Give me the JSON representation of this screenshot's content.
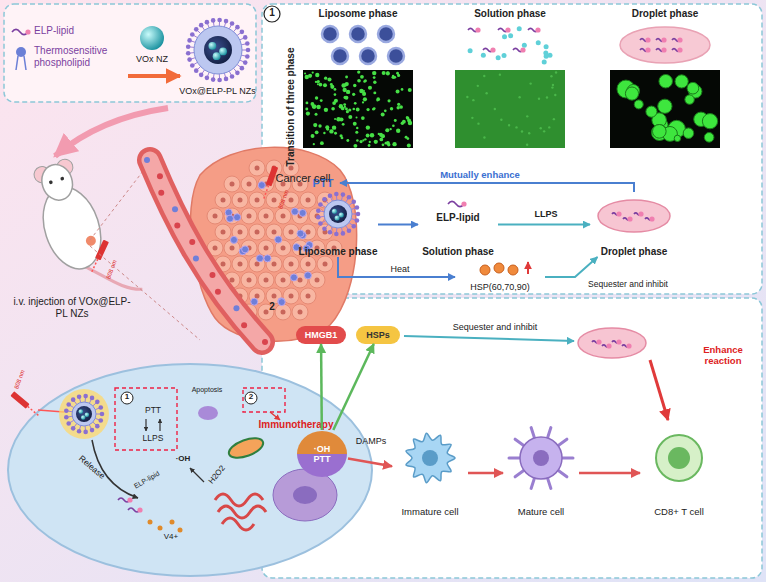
{
  "diagram": {
    "nodes": [
      {
        "text": [
          "PTT"
        ]
      },
      {
        "text": [
          "Liposome phase"
        ]
      },
      {
        "text": [
          "ELP-lipid",
          "Solution phase"
        ]
      },
      {
        "text": [
          "Droplet phase"
        ]
      },
      {
        "text": [
          "HSP(60,70,90)"
        ]
      },
      {
        "text": [
          "HMGB1"
        ]
      },
      {
        "text": [
          "HSPs"
        ]
      },
      {
        "text": [
          "·OH",
          "PTT"
        ]
      },
      {
        "text": [
          "Immature cell"
        ]
      },
      {
        "text": [
          "Mature cell"
        ]
      },
      {
        "text": [
          "CD8+ T cell"
        ]
      }
    ],
    "edges": [
      {
        "from": 1,
        "to": 2,
        "arrow": "to"
      },
      {
        "from": 2,
        "to": 3,
        "label": "LLPS",
        "arrow": "to"
      },
      {
        "from": 3,
        "to": 0,
        "label": "Mutually enhance",
        "arrow": "to"
      },
      {
        "from": 1,
        "to": 4,
        "label": "Heat",
        "arrow": "to"
      },
      {
        "from": 4,
        "to": 3,
        "label": "Sequester and inhibit",
        "arrow": "to"
      },
      {
        "from": 7,
        "to": 5,
        "arrow": "to"
      },
      {
        "from": 7,
        "to": 6,
        "arrow": "to"
      },
      {
        "from": 7,
        "to": 8,
        "label": "DAMPs",
        "arrow": "to"
      },
      {
        "from": 8,
        "to": 9,
        "arrow": "to"
      },
      {
        "from": 9,
        "to": 10,
        "arrow": "to"
      }
    ],
    "labels": [
      "ELP-lipid",
      "Thermosensitive phospholipid",
      "VOx NZ",
      "VOx@ELP-PL NZs",
      "Cancer cell",
      "808 nm",
      "i.v. injection of VOx@ELP-PL NZs",
      "808 nm",
      "1",
      "PTT",
      "LLPS",
      "Apoptosis",
      "2",
      "Immunotherapy",
      "Release",
      "ELP-lipid",
      "·OH",
      "H2O2",
      "V4+",
      "1",
      "Transition of three phase",
      "Liposome phase",
      "Solution phase",
      "Droplet phase",
      "808 nm",
      "2",
      "Sequester and inhibit",
      "Enhance reaction"
    ]
  }
}
